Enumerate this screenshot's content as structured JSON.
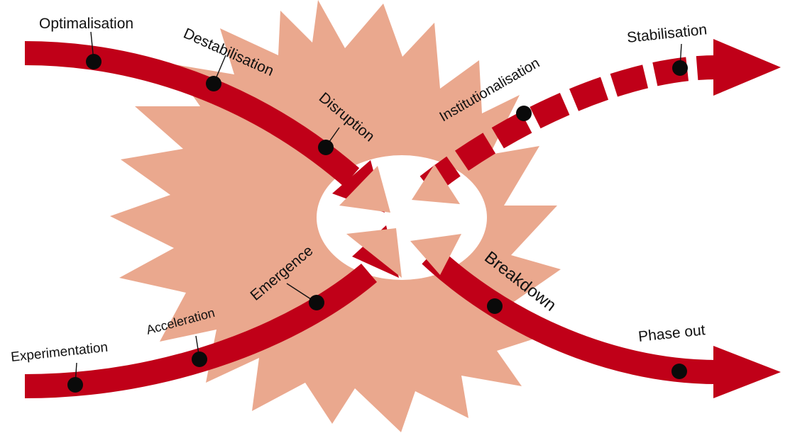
{
  "colors": {
    "burst": "#EAA88E",
    "arrow": "#C00018",
    "dot": "#0A0A0A",
    "center": "#FFFFFF",
    "text": "#111111"
  },
  "labels": {
    "optimalisation": "Optimalisation",
    "destabilisation": "Destabilisation",
    "disruption": "Disruption",
    "institutionalisation": "Institutionalisation",
    "stabilisation": "Stabilisation",
    "experimentation": "Experimentation",
    "acceleration": "Acceleration",
    "emergence": "Emergence",
    "breakdown": "Breakdown",
    "phase_out": "Phase out"
  }
}
